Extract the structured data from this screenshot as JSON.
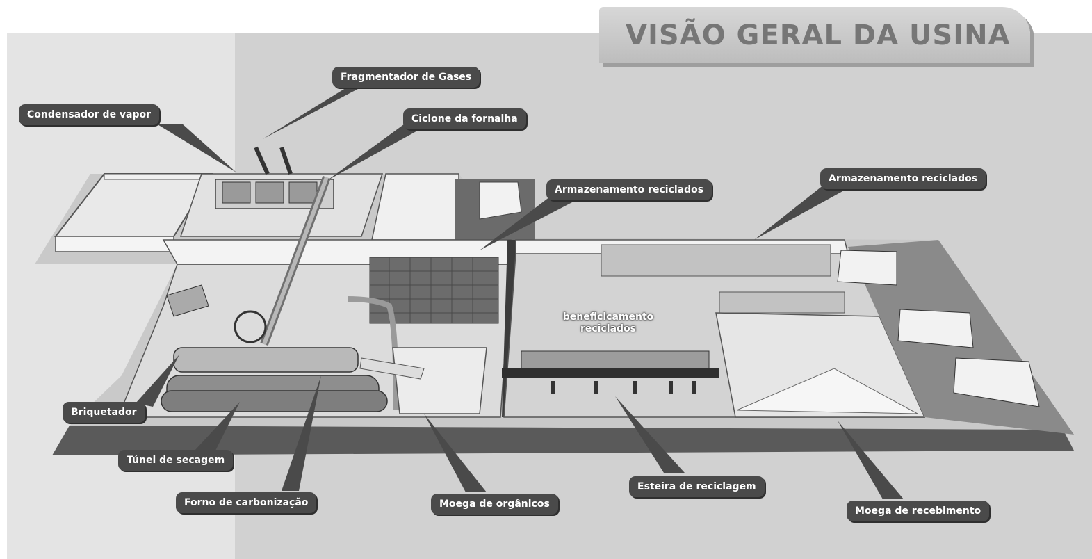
{
  "title": "VISÃO GERAL DA USINA",
  "labels": {
    "fragmentador": "Fragmentador de Gases",
    "condensador": "Condensador de vapor",
    "ciclone": "Ciclone da fornalha",
    "armazenamento_1": "Armazenamento reciclados",
    "armazenamento_2": "Armazenamento reciclados",
    "beneficiamento": "beneficicamento\nreciclados",
    "briquetador": "Briquetador",
    "tunel": "Túnel de secagem",
    "forno": "Forno de carbonização",
    "moega_organicos": "Moega de orgânicos",
    "esteira": "Esteira de reciclagem",
    "moega_recebimento": "Moega de recebimento"
  }
}
